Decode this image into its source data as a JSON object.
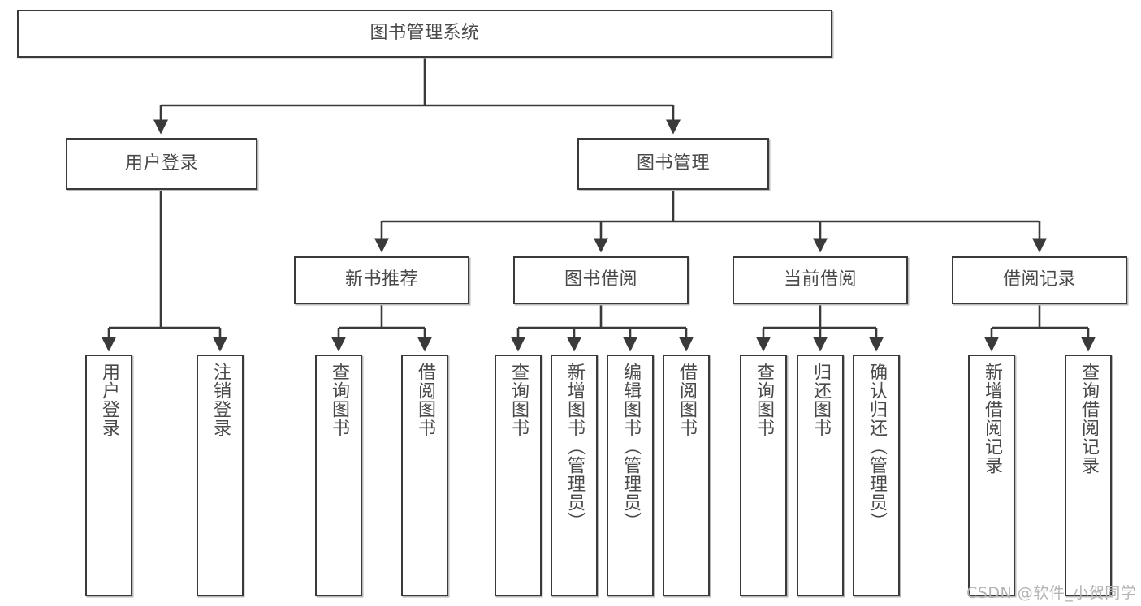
{
  "diagram": {
    "title_node": {
      "label": "图书管理系统"
    },
    "level2": [
      {
        "id": "user-login",
        "label": "用户登录"
      },
      {
        "id": "book-management",
        "label": "图书管理"
      }
    ],
    "level3": [
      {
        "id": "new-book-recommend",
        "label": "新书推荐"
      },
      {
        "id": "book-borrow",
        "label": "图书借阅"
      },
      {
        "id": "current-borrow",
        "label": "当前借阅"
      },
      {
        "id": "borrow-record",
        "label": "借阅记录"
      }
    ],
    "leaves": [
      {
        "id": "leaf-user-login",
        "label": "用户登录",
        "parent": "user-login"
      },
      {
        "id": "leaf-logout-login",
        "label": "注销登录",
        "parent": "user-login"
      },
      {
        "id": "leaf-query-book-1",
        "label": "查询图书",
        "parent": "new-book-recommend"
      },
      {
        "id": "leaf-borrow-book-1",
        "label": "借阅图书",
        "parent": "new-book-recommend"
      },
      {
        "id": "leaf-query-book-2",
        "label": "查询图书",
        "parent": "book-borrow"
      },
      {
        "id": "leaf-add-book",
        "label": "新增图书（管理员）",
        "parent": "book-borrow"
      },
      {
        "id": "leaf-edit-book",
        "label": "编辑图书（管理员）",
        "parent": "book-borrow"
      },
      {
        "id": "leaf-borrow-book-2",
        "label": "借阅图书",
        "parent": "book-borrow"
      },
      {
        "id": "leaf-query-book-3",
        "label": "查询图书",
        "parent": "current-borrow"
      },
      {
        "id": "leaf-return-book",
        "label": "归还图书",
        "parent": "current-borrow"
      },
      {
        "id": "leaf-confirm-return",
        "label": "确认归还（管理员）",
        "parent": "current-borrow"
      },
      {
        "id": "leaf-add-record",
        "label": "新增借阅记录",
        "parent": "borrow-record"
      },
      {
        "id": "leaf-query-record",
        "label": "查询借阅记录",
        "parent": "borrow-record"
      }
    ],
    "watermark": "CSDN @软件_小贺同学",
    "colors": {
      "border": "#3a3a3a",
      "text": "#494949",
      "background": "#ffffff",
      "shadow": "#b9b9b9",
      "watermark": "#b3b3b3"
    }
  }
}
